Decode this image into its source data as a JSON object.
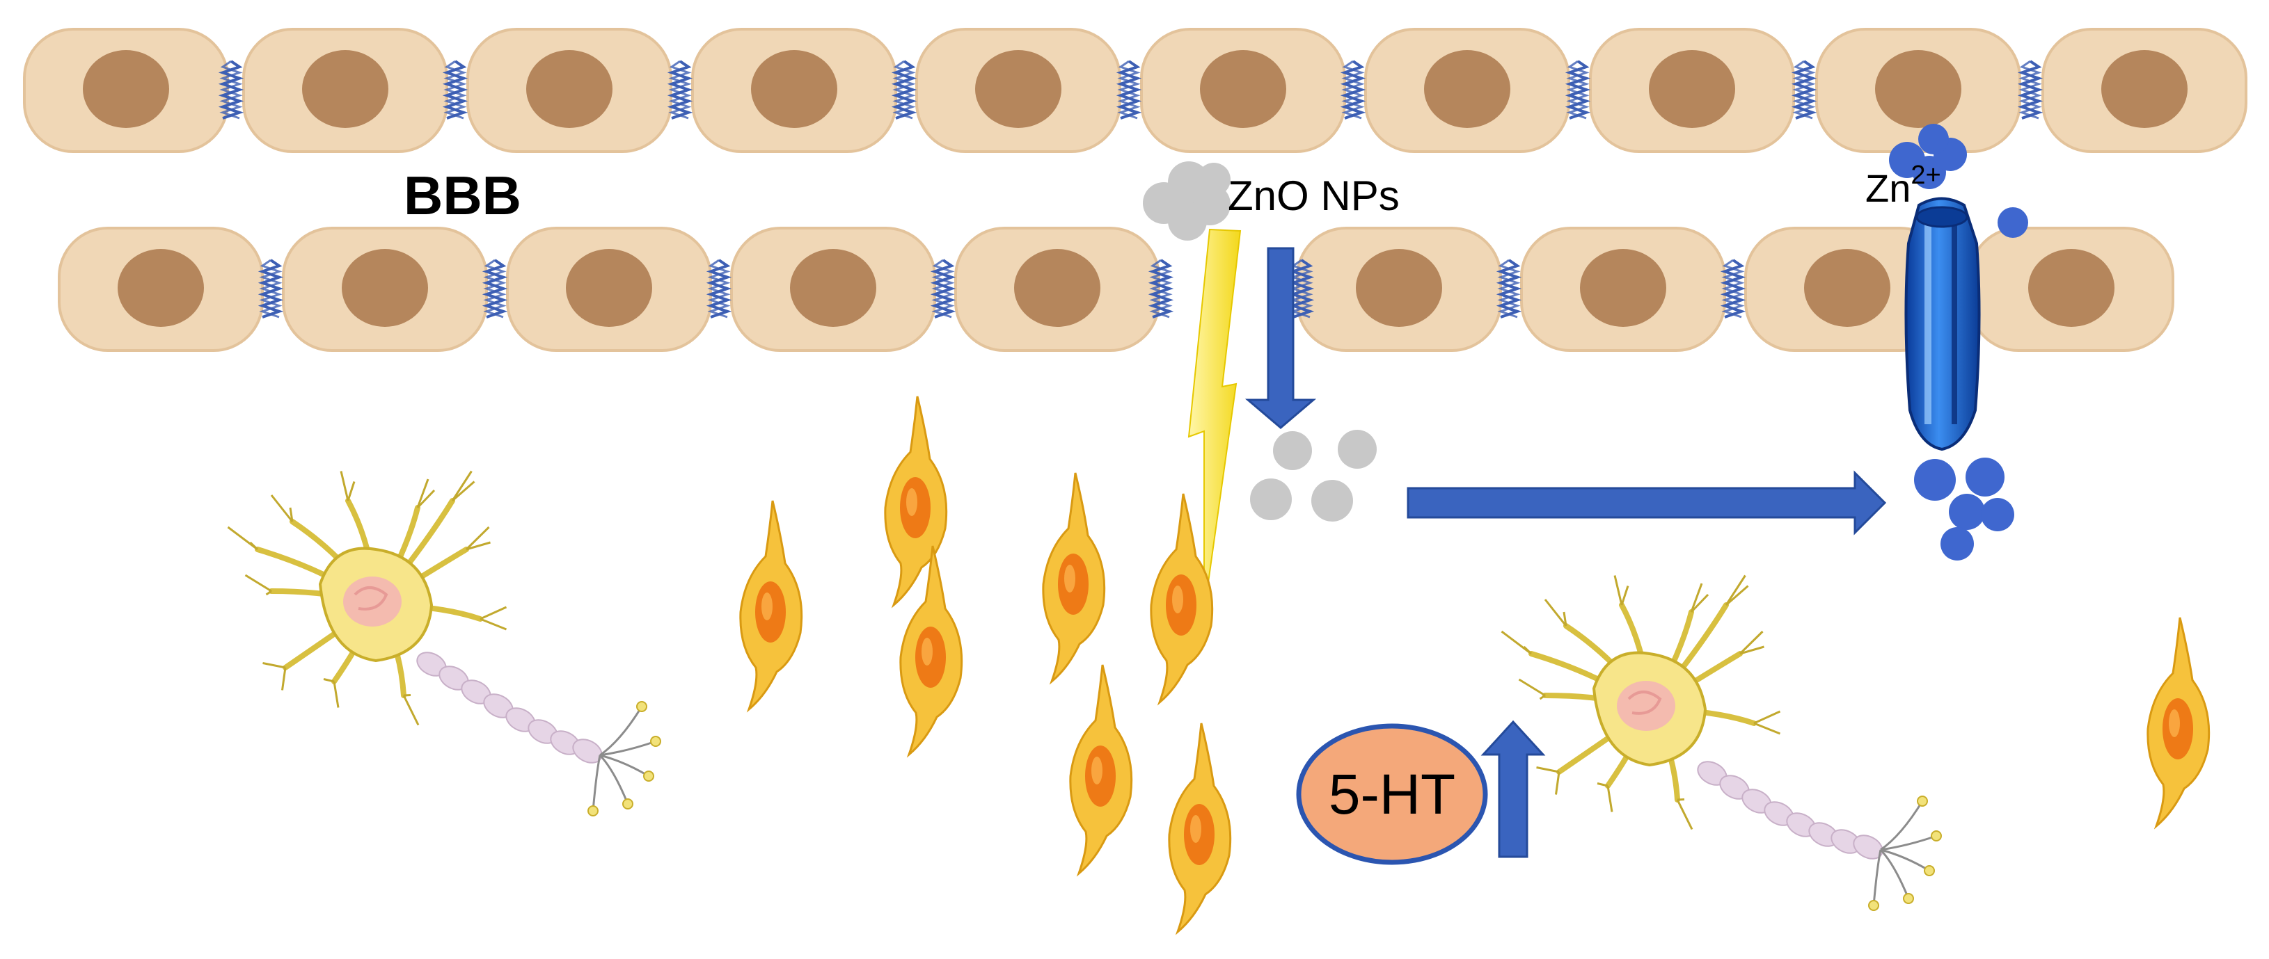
{
  "labels": {
    "barrier": "BBB",
    "nanoparticles": "ZnO NPs",
    "zinc_ion_base": "Zn",
    "zinc_ion_charge": "2+",
    "serotonin": "5-HT"
  },
  "colors": {
    "endothelial_cell": "#f0d7b6",
    "cell_outline": "#e3c39b",
    "nucleus": "#b5865c",
    "tight_junction": "#3d5fb4",
    "arrow": "#3a64bf",
    "zinc_ion": "#3f67cf",
    "nanoparticle": "#c8c8c8",
    "lightning": "#f7e43a",
    "channel": "#1f63d8",
    "serotonin_fill": "#f4a87a",
    "serotonin_outline": "#2b55b0",
    "glial_cell": "#f6c23c",
    "glial_nucleus": "#ee7a16",
    "neuron": "#f7e58a",
    "axon_myelin": "#e6d5e6"
  }
}
